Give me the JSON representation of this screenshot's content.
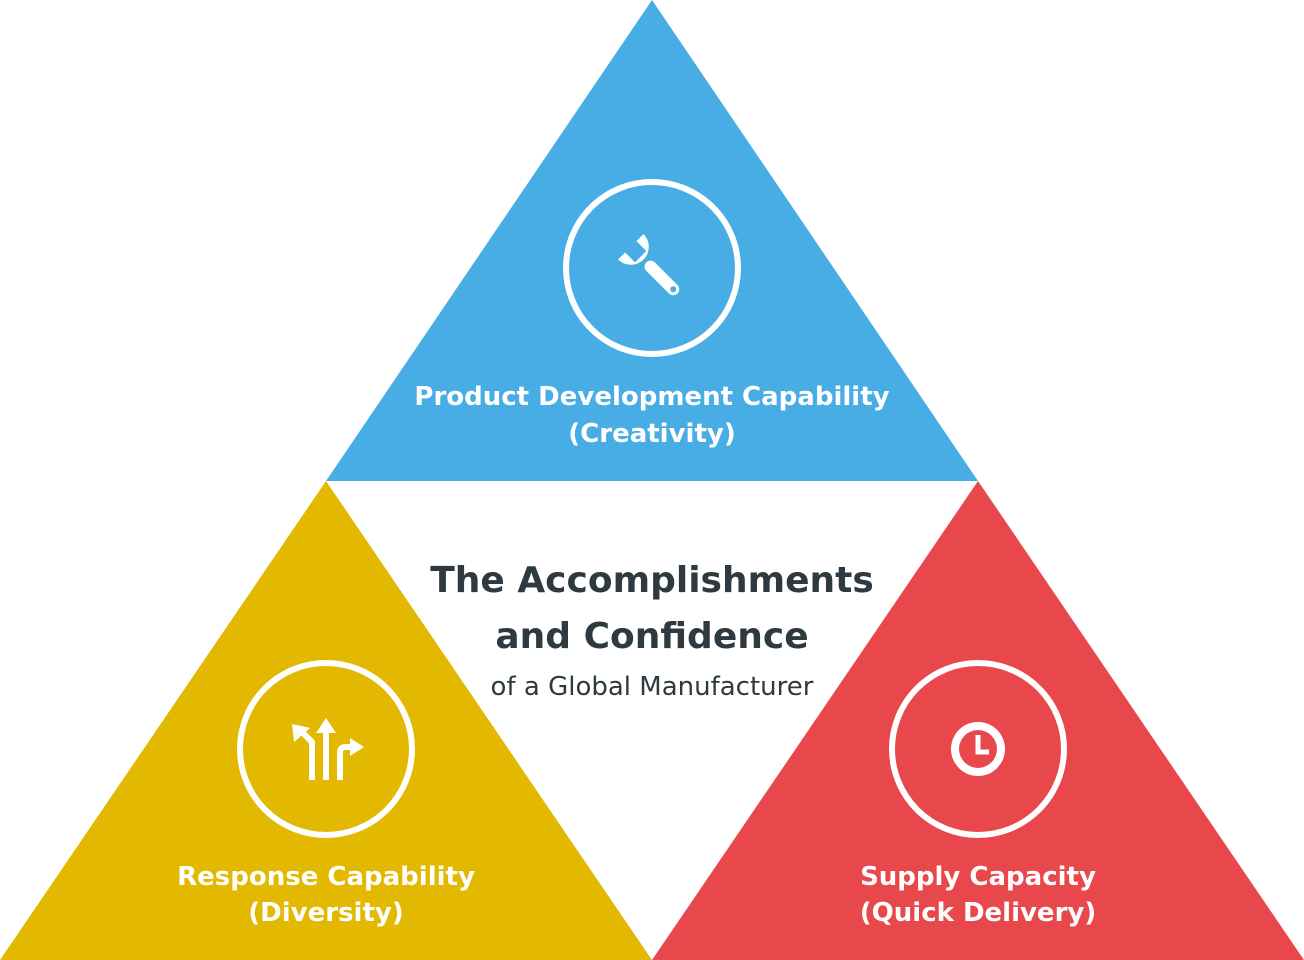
{
  "colors": {
    "top": "#48ADE5",
    "left": "#E2B900",
    "right": "#E8474B",
    "text_dark": "#2E3A40",
    "text_light": "#FFFFFF"
  },
  "center": {
    "title_line1": "The Accomplishments",
    "title_line2": "and Confidence",
    "subtitle": "of a Global Manufacturer"
  },
  "top": {
    "icon": "wrench-icon",
    "label_line1": "Product Development Capability",
    "label_line2": "(Creativity)"
  },
  "left": {
    "icon": "branching-arrows-icon",
    "label_line1": "Response Capability",
    "label_line2": "(Diversity)"
  },
  "right": {
    "icon": "clock-icon",
    "label_line1": "Supply Capacity",
    "label_line2": "(Quick Delivery)"
  }
}
